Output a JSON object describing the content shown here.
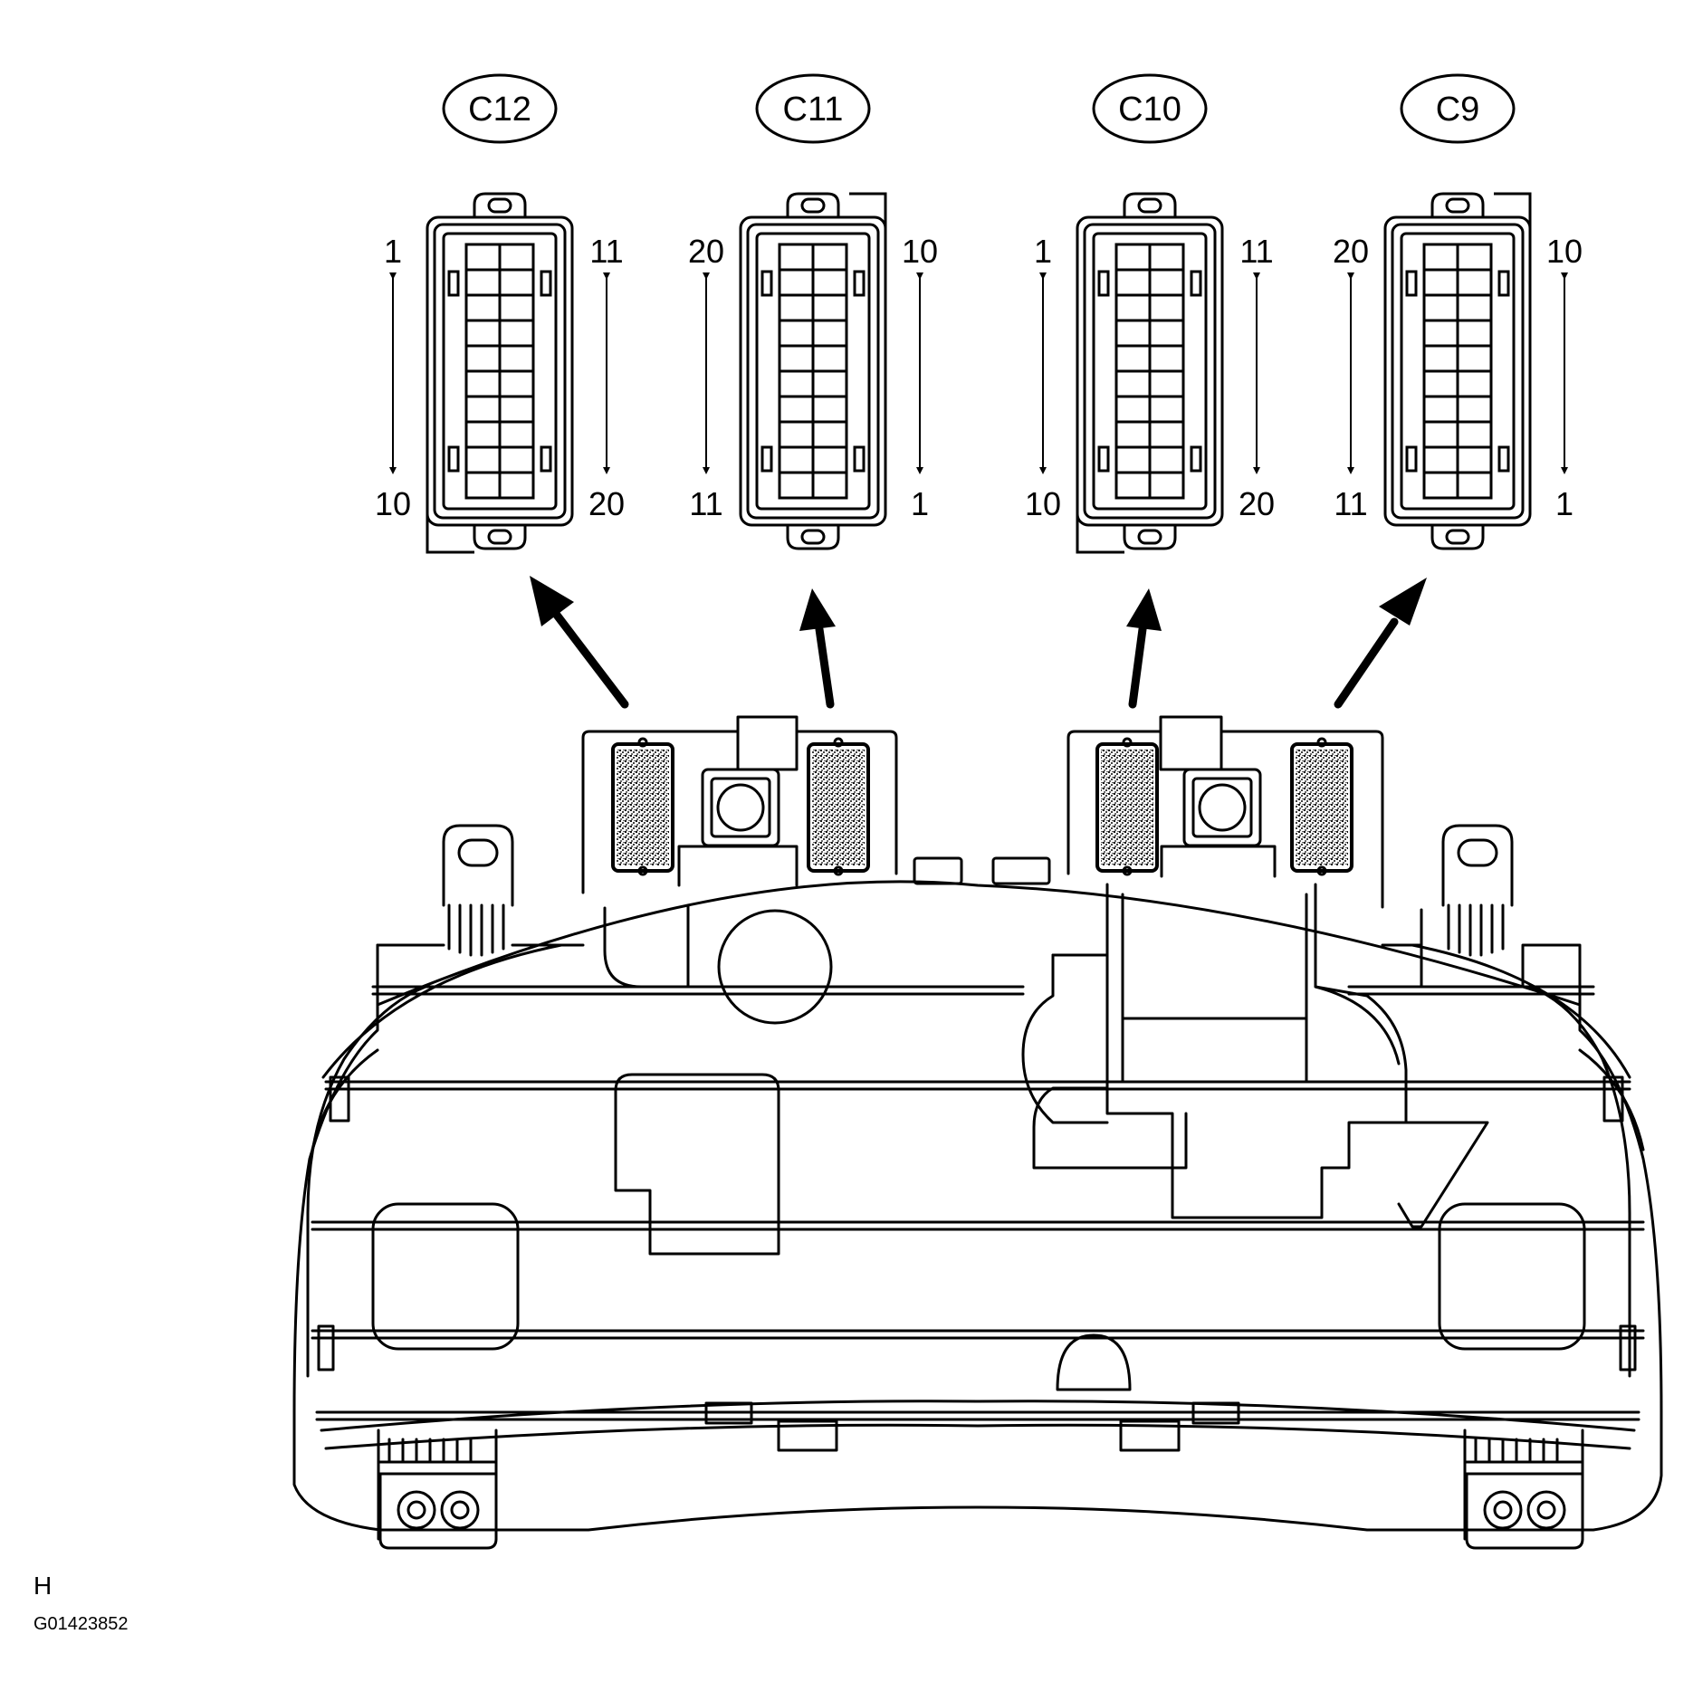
{
  "connectors": [
    {
      "id": "C12",
      "left_top": "1",
      "left_bottom": "10",
      "right_top": "11",
      "right_bottom": "20",
      "ear": "left"
    },
    {
      "id": "C11",
      "left_top": "20",
      "left_bottom": "11",
      "right_top": "10",
      "right_bottom": "1",
      "ear": "right"
    },
    {
      "id": "C10",
      "left_top": "1",
      "left_bottom": "10",
      "right_top": "11",
      "right_bottom": "20",
      "ear": "left"
    },
    {
      "id": "C9",
      "left_top": "20",
      "left_bottom": "11",
      "right_top": "10",
      "right_bottom": "1",
      "ear": "right"
    }
  ],
  "footer": {
    "mark": "H",
    "figure_code": "G01423852"
  }
}
